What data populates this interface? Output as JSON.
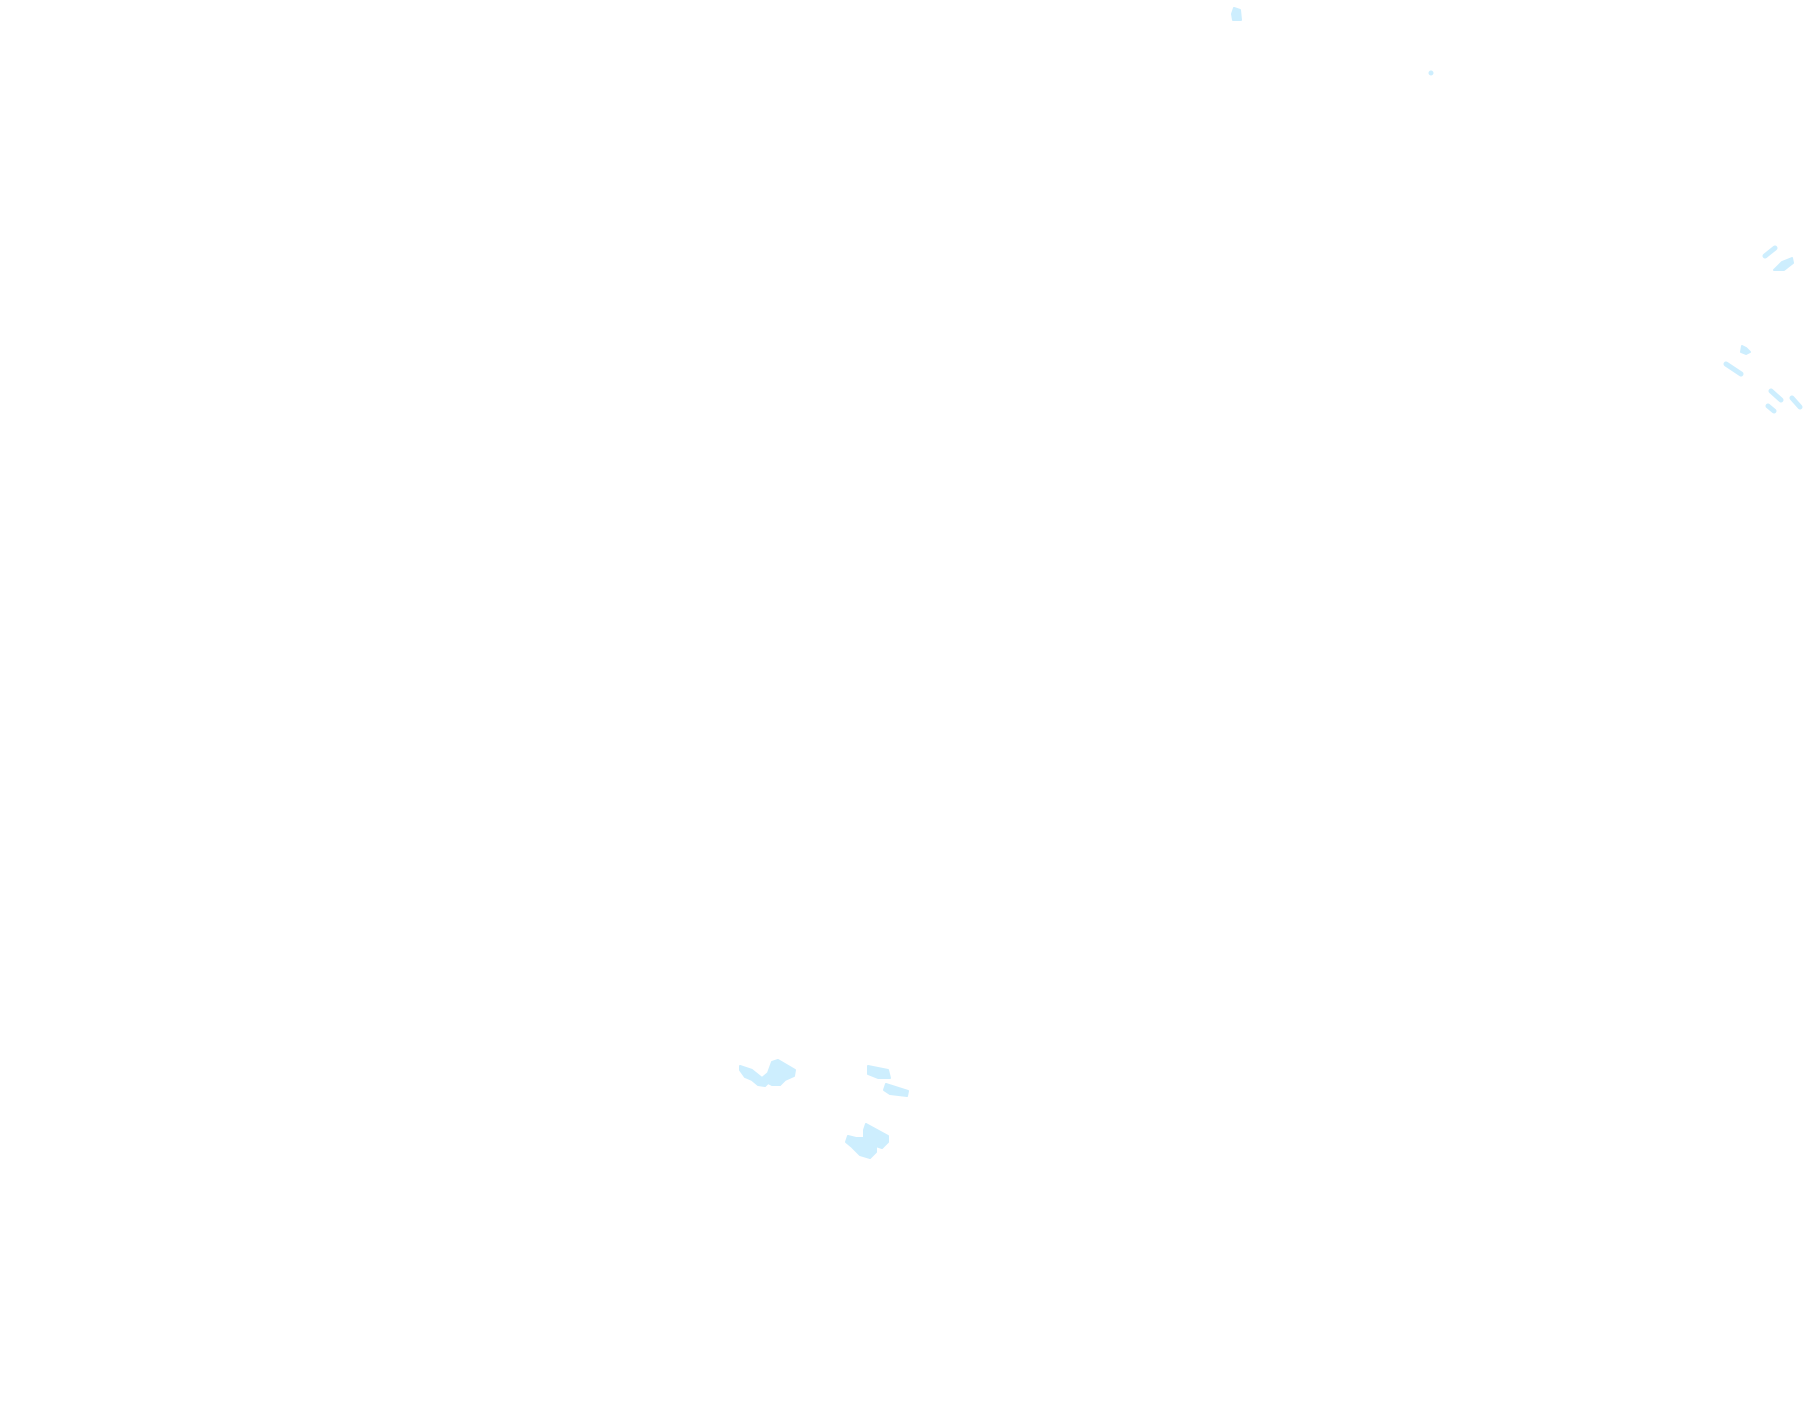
{
  "map": {
    "background_color": "#ffffff",
    "water_color": "#cdeefe",
    "features": [
      "lake",
      "lake",
      "lake",
      "lake",
      "lake",
      "pond",
      "lake",
      "lake",
      "stream",
      "stream",
      "stream",
      "stream",
      "stream"
    ]
  }
}
